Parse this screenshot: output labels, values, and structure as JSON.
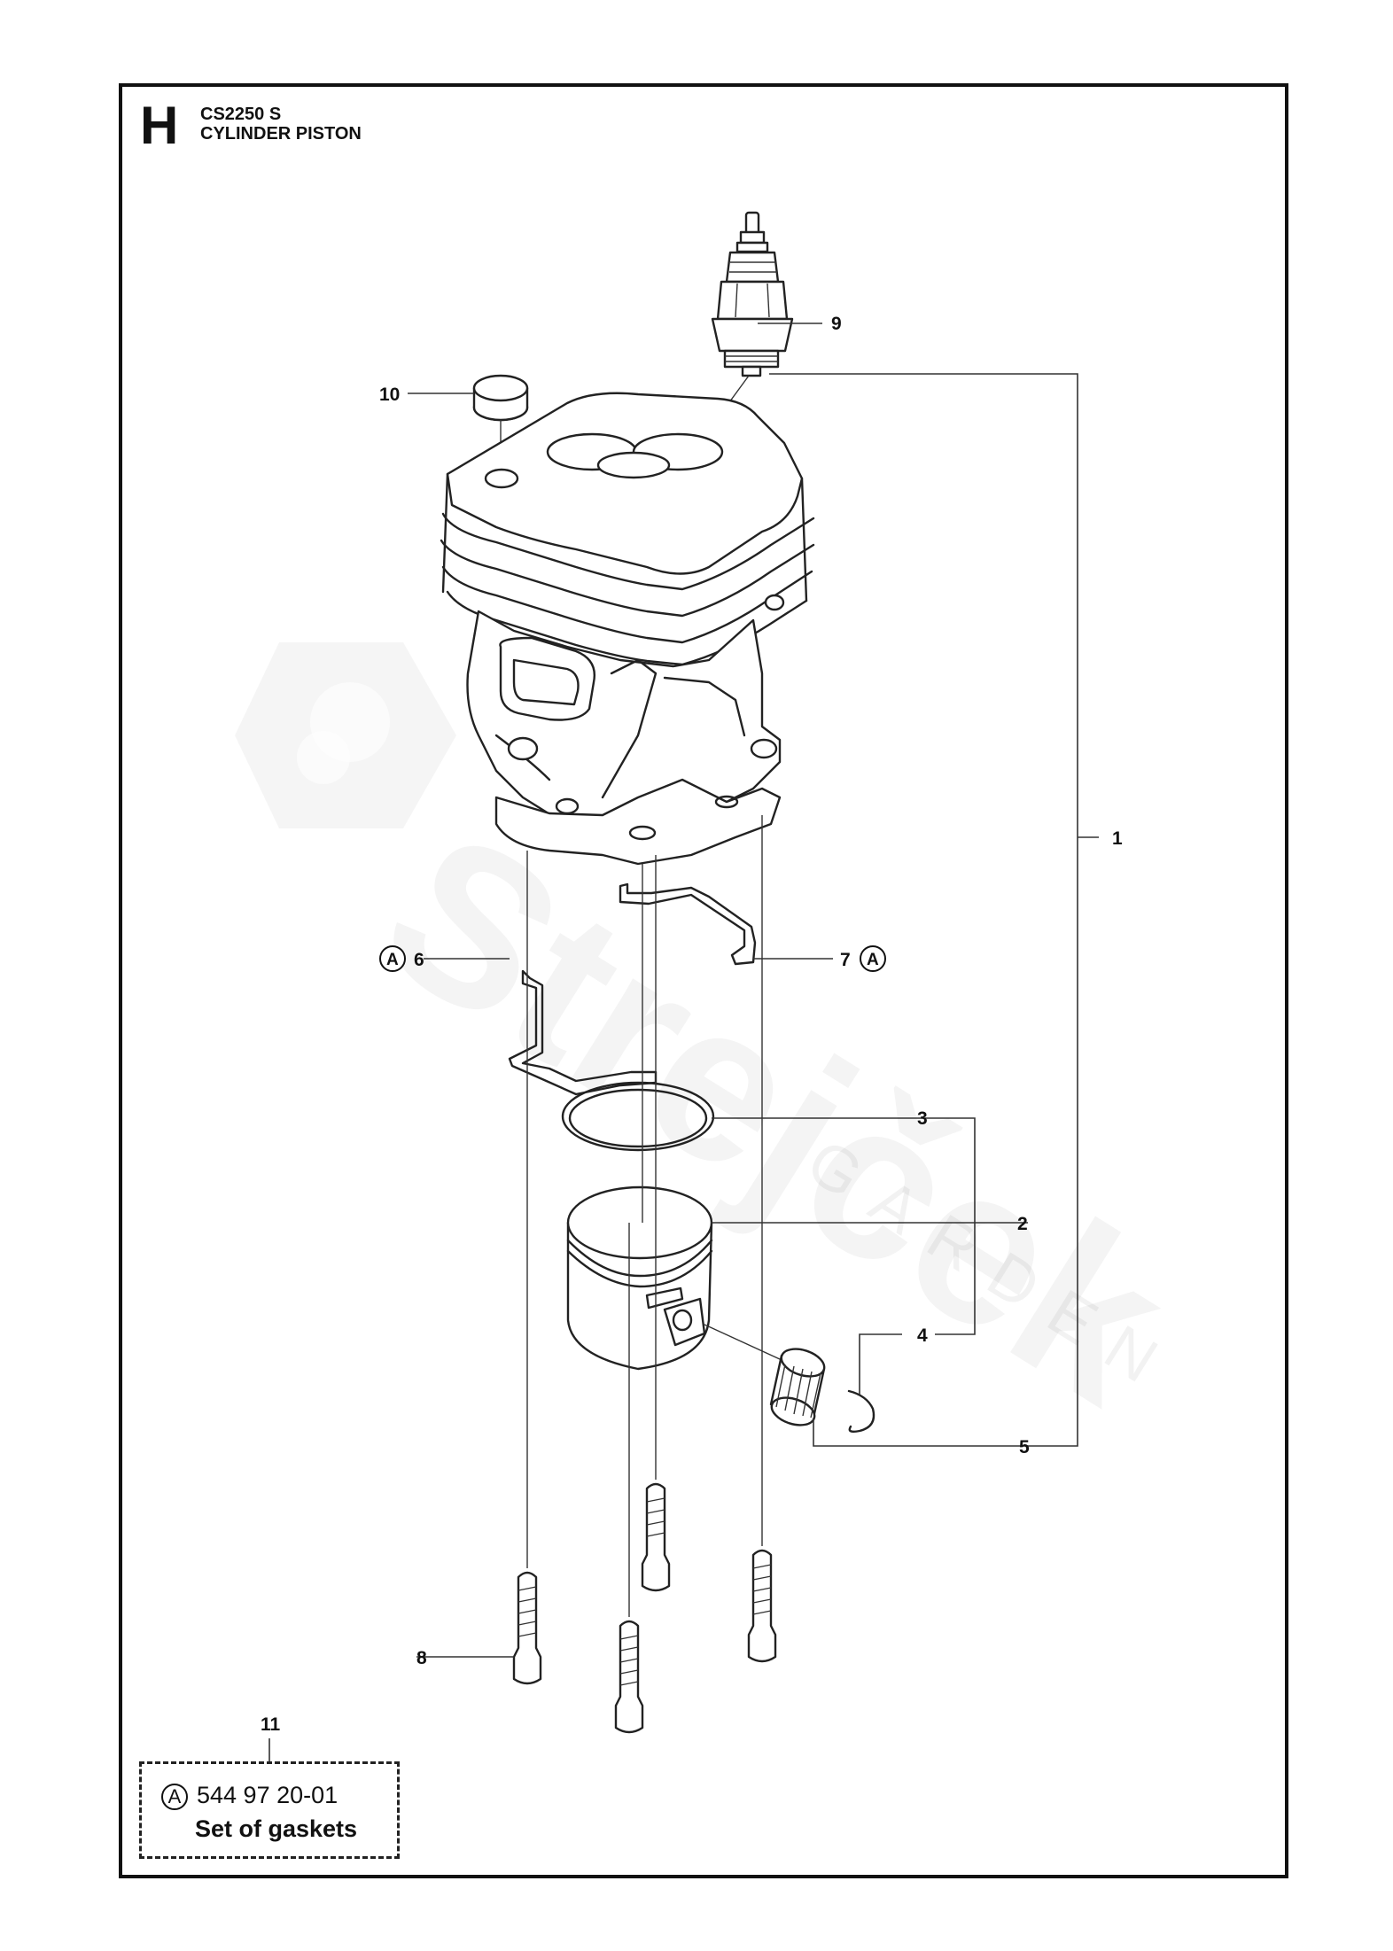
{
  "header": {
    "section_letter": "H",
    "model": "CS2250 S",
    "title": "CYLINDER PISTON"
  },
  "callouts": {
    "c1": "1",
    "c2": "2",
    "c3": "3",
    "c4": "4",
    "c5": "5",
    "c6": "6",
    "c7": "7",
    "c8": "8",
    "c9": "9",
    "c10": "10",
    "c11": "11"
  },
  "kit_marker": "A",
  "gasket_kit": {
    "marker": "A",
    "part_number": "544 97 20-01",
    "description": "Set of gaskets"
  },
  "watermark": {
    "brand": "Strejček",
    "sub": "GARDEN"
  },
  "colors": {
    "line": "#222222",
    "frame": "#111111",
    "watermark": "#0000000b"
  },
  "icons": [
    "spark-plug-icon",
    "cylinder-icon",
    "piston-icon",
    "needle-bearing-icon",
    "circlip-icon",
    "screw-icon"
  ]
}
